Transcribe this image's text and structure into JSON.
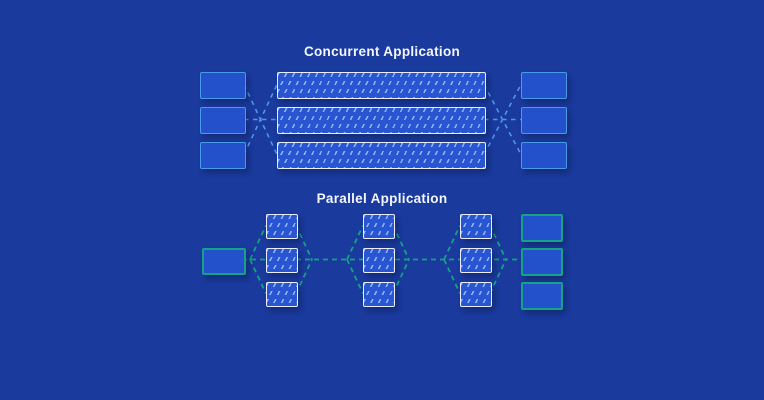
{
  "diagram": {
    "background_color": "#1a3a9e",
    "sections": [
      {
        "id": "concurrent",
        "title": "Concurrent Application",
        "input_boxes": 3,
        "thread_bars": 3,
        "output_boxes": 3,
        "connector_style": "crossed dashed lines (many-to-many)",
        "connector_color": "#4a9ae8",
        "box_fill": "#2351cb",
        "box_border": "#4a9ae8",
        "bar_fill": "#2a55d2",
        "bar_border": "#e8eefb",
        "hatch_color": "#97c1fc"
      },
      {
        "id": "parallel",
        "title": "Parallel Application",
        "input_boxes": 1,
        "worker_columns": 3,
        "workers_per_column": 3,
        "output_boxes": 3,
        "connector_style": "fan-out / fan-in dashed pipeline",
        "connector_color": "#15a286",
        "box_fill": "#2351cb",
        "box_border": "#15a286",
        "worker_fill": "#2a55d2",
        "worker_border": "#e8eefb",
        "hatch_color": "#97c1fc"
      }
    ]
  }
}
